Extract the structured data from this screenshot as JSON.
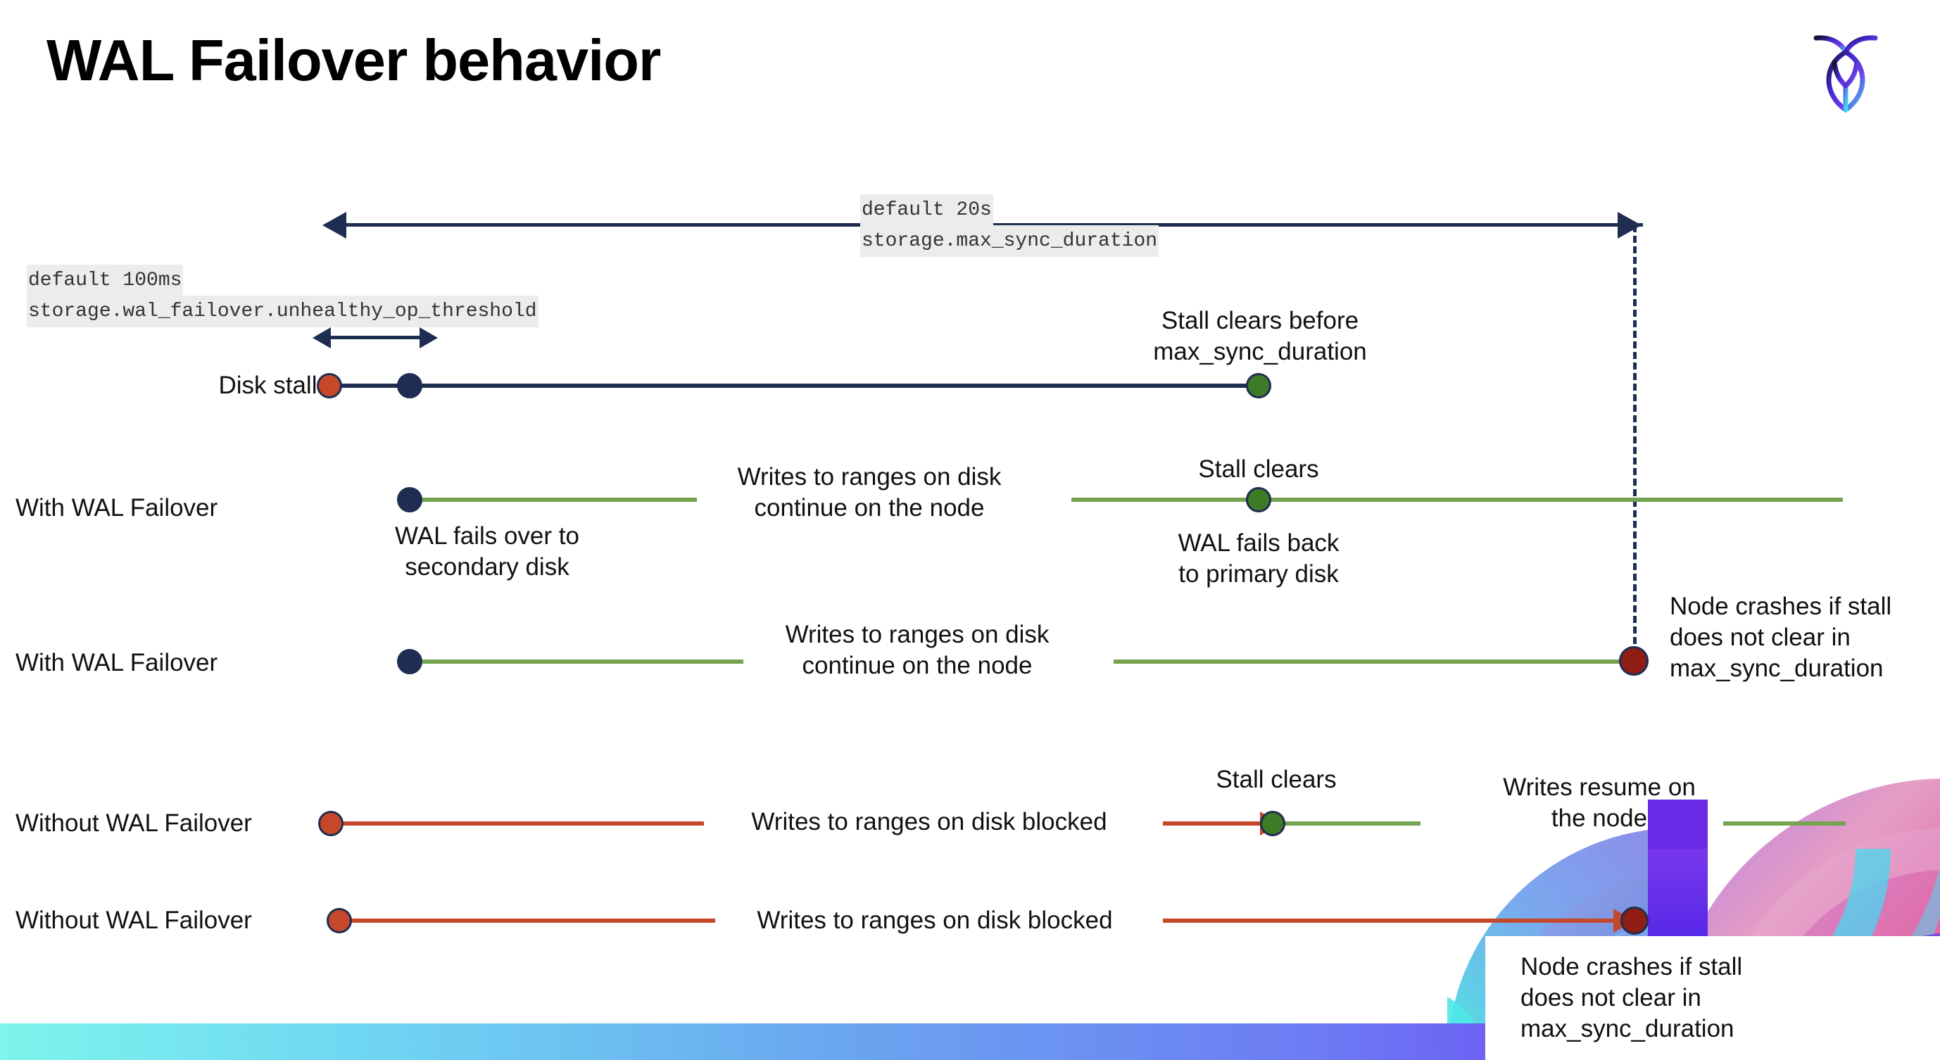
{
  "slide": {
    "title": "WAL Failover behavior",
    "logo_name": "cockroachdb-logo"
  },
  "settings": {
    "max_sync": {
      "default_line": "default 20s",
      "name_line": "storage.max_sync_duration"
    },
    "unhealthy": {
      "default_line": "default 100ms",
      "name_line": "storage.wal_failover.unhealthy_op_threshold"
    }
  },
  "rows": {
    "disk_stalls": {
      "label": "Disk stalls",
      "annotation": "Stall clears before\nmax_sync_duration"
    },
    "with_failover_clears": {
      "label": "With WAL Failover",
      "start_note": "WAL fails over to\nsecondary disk",
      "mid_note": "Writes to ranges on disk\ncontinue on the node",
      "clear_note": "Stall clears",
      "after_note": "WAL fails  back\nto primary disk"
    },
    "with_failover_crash": {
      "label": "With WAL Failover",
      "mid_note": "Writes to ranges on disk\ncontinue on the node",
      "crash_note": "Node crashes if stall\ndoes not clear in\nmax_sync_duration"
    },
    "without_failover_clears": {
      "label": "Without WAL Failover",
      "blocked_note": "Writes to ranges on disk  blocked",
      "clear_note": "Stall clears",
      "resume_note": "Writes resume on\nthe node"
    },
    "without_failover_crash": {
      "label": "Without WAL Failover",
      "blocked_note": "Writes to ranges on disk  blocked",
      "crash_note": "Node crashes if stall\ndoes not clear in\nmax_sync_duration"
    }
  },
  "colors": {
    "navy": "#1f2d53",
    "green_line": "#74a351",
    "green_dot": "#3f7a26",
    "red_line": "#c6482a",
    "red_dot": "#c6482a",
    "dark_red_dot": "#8f1d14",
    "code_bg": "#ececec"
  },
  "icons": {
    "stall_start": "orange-dot-icon",
    "failover_point": "navy-dot-icon",
    "stall_clear": "green-dot-icon",
    "node_crash": "dark-red-dot-icon",
    "left_arrow": "arrow-left-icon",
    "right_arrow": "arrow-right-icon",
    "dashed_guide": "dashed-vertical-line-icon"
  }
}
